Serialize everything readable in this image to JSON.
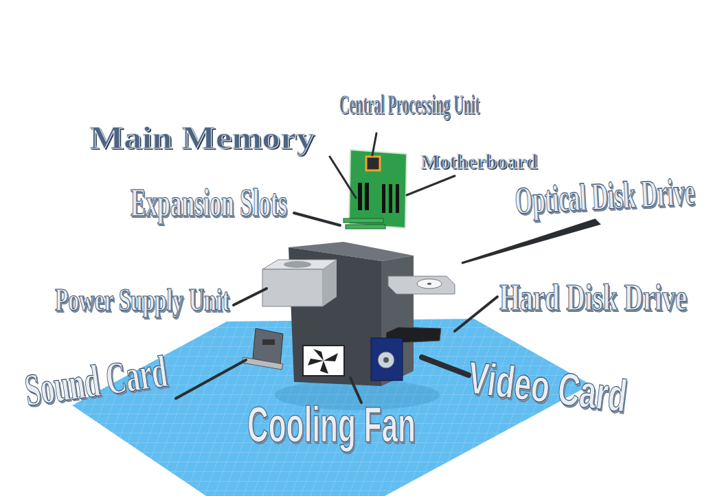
{
  "diagram": {
    "labels": [
      "Main Memory",
      "Central Processing Unit",
      "Motherboard",
      "Expansion Slots",
      "Optical Disk Drive",
      "Power Supply Unit",
      "Hard Disk Drive",
      "Sound Card",
      "Cooling Fan",
      "Video Card"
    ]
  }
}
